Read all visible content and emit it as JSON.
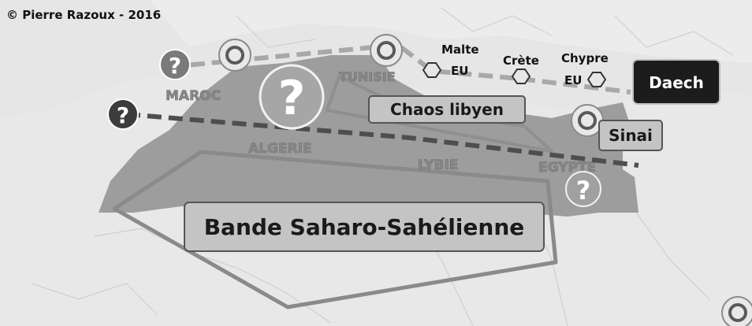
{
  "copyright": "© Pierre Razoux - 2016",
  "countries": {
    "maroc": "MAROC",
    "algerie": "ALGERIE",
    "tunisie": "TUNISIE",
    "lybie": "LYBIE",
    "egypte": "EGYPTE"
  },
  "islands": {
    "malte": "Malte",
    "crete": "Crète",
    "chypre": "Chypre",
    "eu_malte": "EU",
    "eu_chypre": "EU"
  },
  "boxes": {
    "daech": "Daech",
    "chaos": "Chaos libyen",
    "sinai": "Sinai",
    "bande": "Bande Saharo-Sahélienne"
  },
  "question_mark": "?",
  "colors": {
    "sea": "#e6e6e6",
    "zone": "#9d9d9d",
    "box_fill": "#c4c4c4",
    "dark_box": "#1c1c1c",
    "dashed_dark": "#4e4e4e",
    "dashed_light": "#a8a8a8"
  }
}
